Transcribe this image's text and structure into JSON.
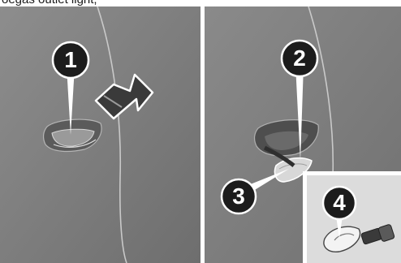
{
  "caption_fragment": "oegas outlet light;",
  "callouts": [
    {
      "label": "1"
    },
    {
      "label": "2"
    },
    {
      "label": "3"
    },
    {
      "label": "4"
    }
  ]
}
